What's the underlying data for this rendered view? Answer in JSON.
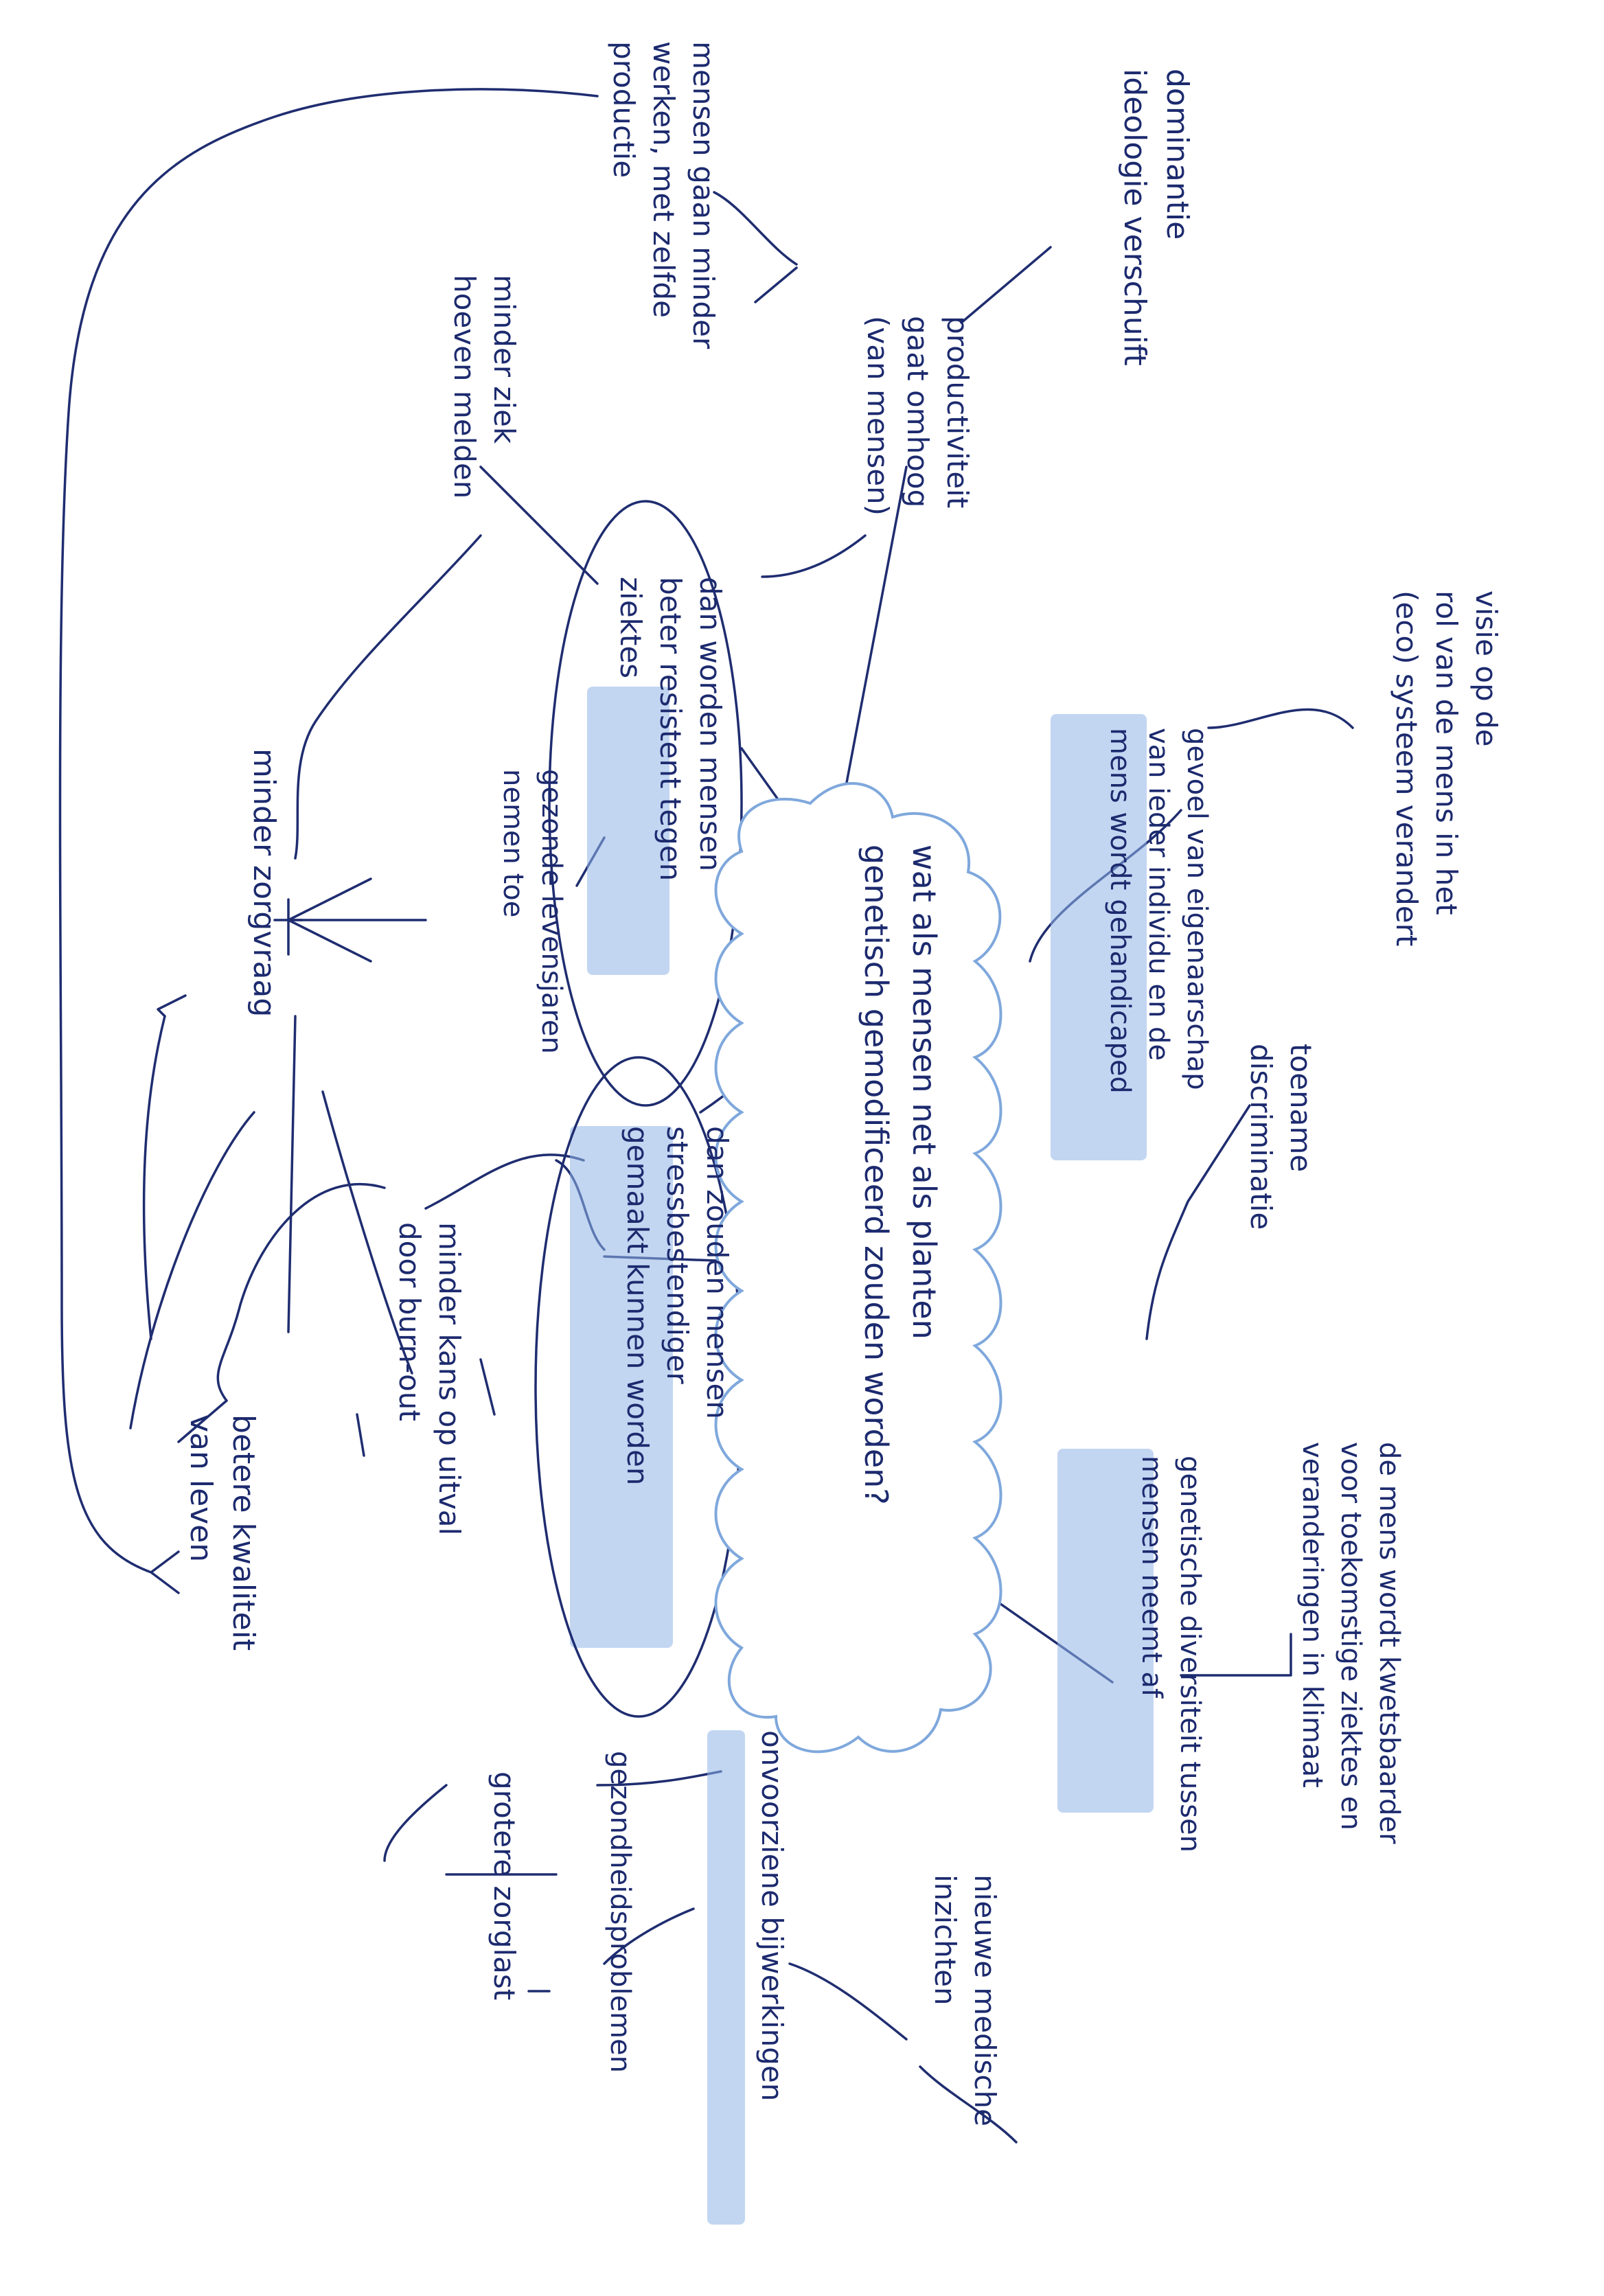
{
  "colors": {
    "ink": "#1c2a6e",
    "highlight": "#8fb4e8",
    "cloud_outline": "#7fa8dc"
  },
  "center": {
    "lines": [
      "wat als mensen net als planten",
      "genetisch gemodificeerd zouden worden?"
    ]
  },
  "nodes": {
    "dominantie": [
      "dominantie",
      "ideologie verschuift"
    ],
    "productiviteit": [
      "productiviteit",
      "gaat omhoog",
      "(van mensen)"
    ],
    "minder_werken": [
      "mensen gaan minder",
      "werken, met zelfde",
      "productie"
    ],
    "minder_ziek": [
      "minder ziek",
      "hoeven melden"
    ],
    "resistent": [
      "dan worden mensen",
      "beter resistent tegen",
      "ziektes"
    ],
    "minder_zorgvraag": [
      "minder zorgvraag"
    ],
    "levensjaren": [
      "gezonde levensjaren",
      "nemen toe"
    ],
    "stressbestendig": [
      "dan zouden mensen",
      "stressbestendiger",
      "gemaakt kunnen worden"
    ],
    "burnout": [
      "minder kans op uitval",
      "door burn-out"
    ],
    "kwaliteit": [
      "betere kwaliteit",
      "van leven"
    ],
    "visie": [
      "visie op de",
      "rol van de mens in het",
      "(eco) systeem verandert"
    ],
    "gevoel": [
      "gevoel van eigenaarschap",
      "van ieder individu en de",
      "mens wordt gehandicaped"
    ],
    "discriminatie": [
      "toename",
      "discriminatie"
    ],
    "diversiteit": [
      "genetische diversiteit tussen",
      "mensen neemt af"
    ],
    "kwetsbaarder": [
      "de mens wordt kwetsbaarder",
      "voor toekomstige ziektes en",
      "veranderingen in klimaat"
    ],
    "bijwerkingen": [
      "onvoorziene bijwerkingen"
    ],
    "inzichten": [
      "nieuwe medische",
      "inzichten"
    ],
    "gezondheidsproblemen": [
      "gezondheidsproblemen"
    ],
    "zorglast": [
      "grotere zorglast"
    ]
  }
}
